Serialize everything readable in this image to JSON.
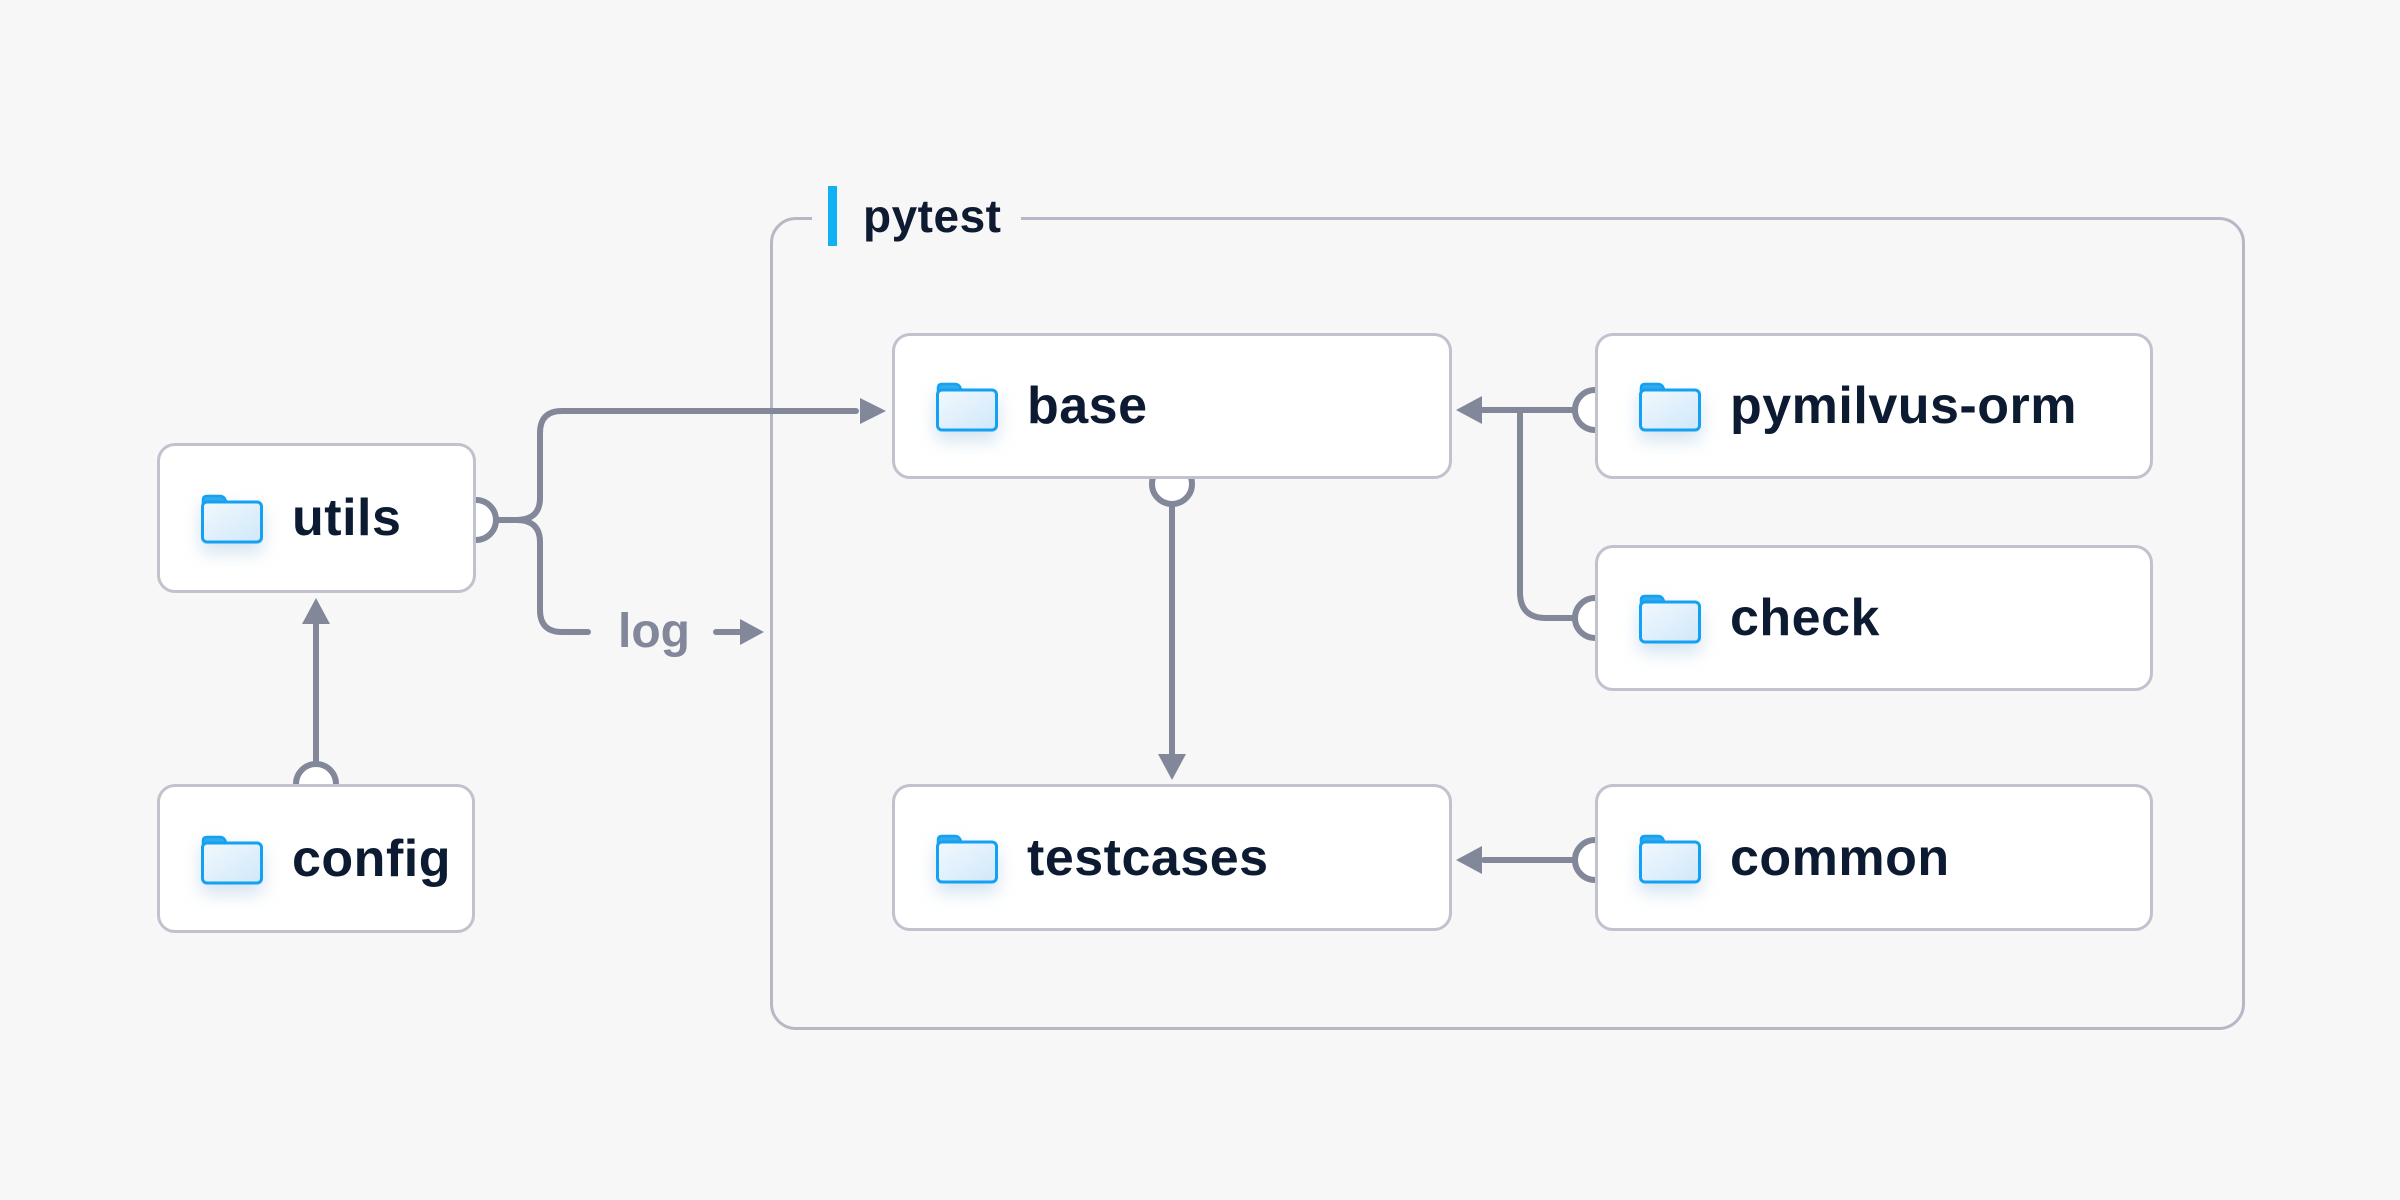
{
  "container": {
    "label": "pytest"
  },
  "nodes": [
    {
      "id": "utils",
      "label": "utils"
    },
    {
      "id": "config",
      "label": "config"
    },
    {
      "id": "base",
      "label": "base"
    },
    {
      "id": "testcases",
      "label": "testcases"
    },
    {
      "id": "pymilvus-orm",
      "label": "pymilvus-orm"
    },
    {
      "id": "check",
      "label": "check"
    },
    {
      "id": "common",
      "label": "common"
    }
  ],
  "labels": {
    "log": "log"
  },
  "edges": [
    {
      "from": "config",
      "to": "utils"
    },
    {
      "from": "utils",
      "to": "base"
    },
    {
      "from": "utils",
      "to": "log",
      "label": "log"
    },
    {
      "from": "pymilvus-orm",
      "to": "base"
    },
    {
      "from": "check",
      "to": "base"
    },
    {
      "from": "base",
      "to": "testcases"
    },
    {
      "from": "common",
      "to": "testcases"
    }
  ],
  "icons": {
    "node_icon": "folder-icon",
    "log_arrow": "arrow-right-icon"
  },
  "colors": {
    "background": "#f7f7f8",
    "node_fill": "#ffffff",
    "node_border": "#c0c3cd",
    "container_border": "#b6b9c5",
    "edge": "#82879a",
    "node_text": "#0d1b32",
    "container_text": "#0e1b30",
    "log_text": "#82879a",
    "accent_bar": "#11b2f3",
    "folder_stroke": "#14a1f2",
    "folder_tab": "#33aaec",
    "folder_body_light": "#f2f8fd",
    "folder_body_dark": "#cfe8fa"
  }
}
